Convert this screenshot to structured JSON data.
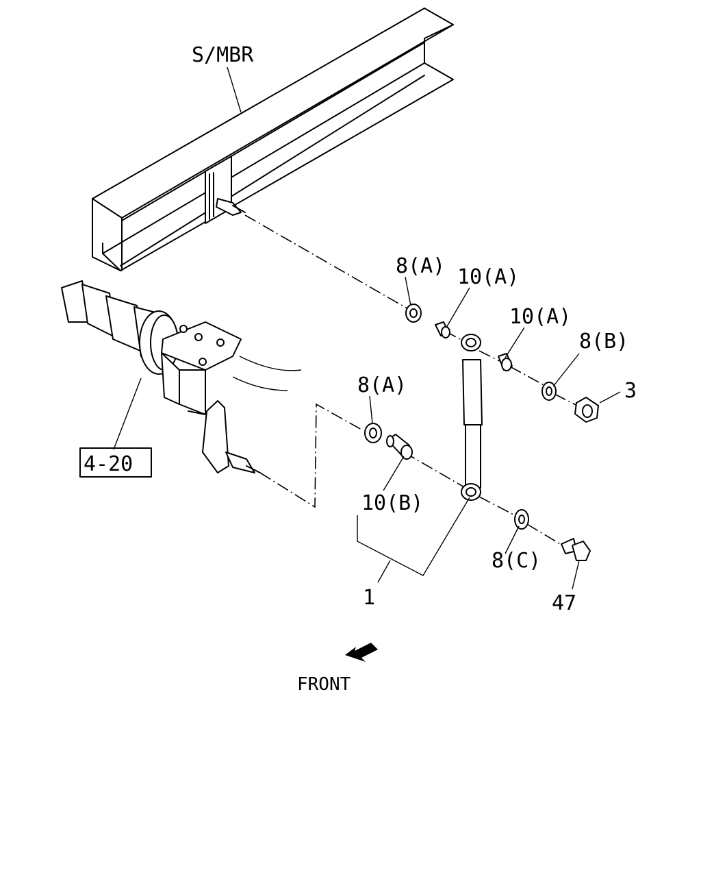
{
  "labels": {
    "smbr": "S/MBR",
    "p8a_1": "8(A)",
    "p10a_1": "10(A)",
    "p10a_2": "10(A)",
    "p8b": "8(B)",
    "p3": "3",
    "p8a_2": "8(A)",
    "p10b": "10(B)",
    "p1": "1",
    "p8c": "8(C)",
    "p47": "47",
    "ref": "4-20",
    "front": "FRONT"
  }
}
